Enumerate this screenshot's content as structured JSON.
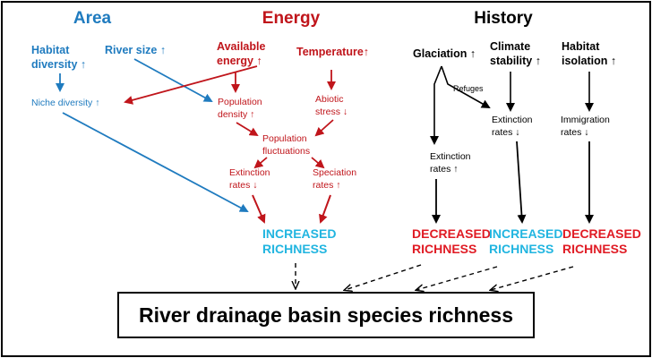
{
  "colors": {
    "area": "#1f7bbf",
    "energy": "#c0151b",
    "history": "#000000",
    "increased": "#21b5e0",
    "decreased": "#e01b24"
  },
  "headers": {
    "area": "Area",
    "energy": "Energy",
    "history": "History"
  },
  "area": {
    "habitat_diversity_l1": "Habitat",
    "habitat_diversity_l2": "diversity ↑",
    "river_size": "River size ↑",
    "niche_diversity": "Niche diversity ↑"
  },
  "energy": {
    "available_energy_l1": "Available",
    "available_energy_l2": "energy ↑",
    "temperature": "Temperature↑",
    "population_density_l1": "Population",
    "population_density_l2": "density ↑",
    "abiotic_stress_l1": "Abiotic",
    "abiotic_stress_l2": "stress ↓",
    "population_fluctuations_l1": "Population",
    "population_fluctuations_l2": "fluctuations",
    "extinction_rates_l1": "Extinction",
    "extinction_rates_l2": "rates ↓",
    "speciation_rates_l1": "Speciation",
    "speciation_rates_l2": "rates ↑",
    "outcome_l1": "INCREASED",
    "outcome_l2": "RICHNESS"
  },
  "history": {
    "glaciation": "Glaciation ↑",
    "refuges": "Refuges",
    "glaciation_extinction_l1": "Extinction",
    "glaciation_extinction_l2": "rates ↑",
    "glaciation_outcome_l1": "DECREASED",
    "glaciation_outcome_l2": "RICHNESS",
    "climate_stability_l1": "Climate",
    "climate_stability_l2": "stability ↑",
    "climate_extinction_l1": "Extinction",
    "climate_extinction_l2": "rates ↓",
    "climate_outcome_l1": "INCREASED",
    "climate_outcome_l2": "RICHNESS",
    "habitat_isolation_l1": "Habitat",
    "habitat_isolation_l2": "isolation ↑",
    "immigration_rates_l1": "Immigration",
    "immigration_rates_l2": "rates ↓",
    "isolation_outcome_l1": "DECREASED",
    "isolation_outcome_l2": "RICHNESS"
  },
  "final": {
    "label": "River drainage basin species richness"
  }
}
